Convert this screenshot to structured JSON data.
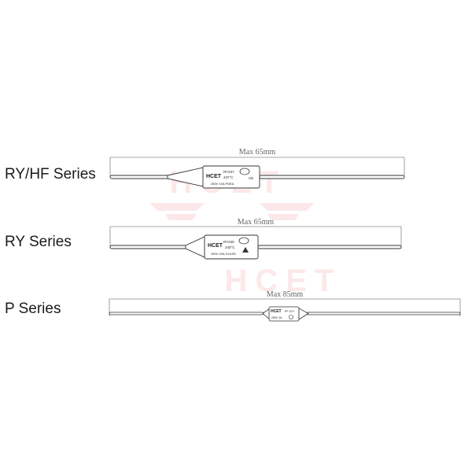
{
  "watermark": {
    "text": "HCET",
    "color": "#e8262a"
  },
  "series": [
    {
      "name": "RY/HF Series",
      "dimension": "Max 65mm",
      "brand": "HCET",
      "marking_lines": [
        "RY237",
        "237°C",
        "250V 10A PDEA"
      ],
      "mark_symbols": [
        "CE"
      ]
    },
    {
      "name": "RY Series",
      "dimension": "Max 65mm",
      "brand": "HCET",
      "marking_lines": [
        "RY240",
        "240°C",
        "250V 10A GLASS"
      ],
      "mark_symbols": []
    },
    {
      "name": "P Series",
      "dimension": "Max 85mm",
      "brand": "HCET",
      "marking_lines": [
        "PF 10 F",
        "250V 1A"
      ],
      "mark_symbols": []
    }
  ],
  "colors": {
    "outline": "#333333",
    "dimension_line": "#888888",
    "text": "#1a1a1a"
  }
}
